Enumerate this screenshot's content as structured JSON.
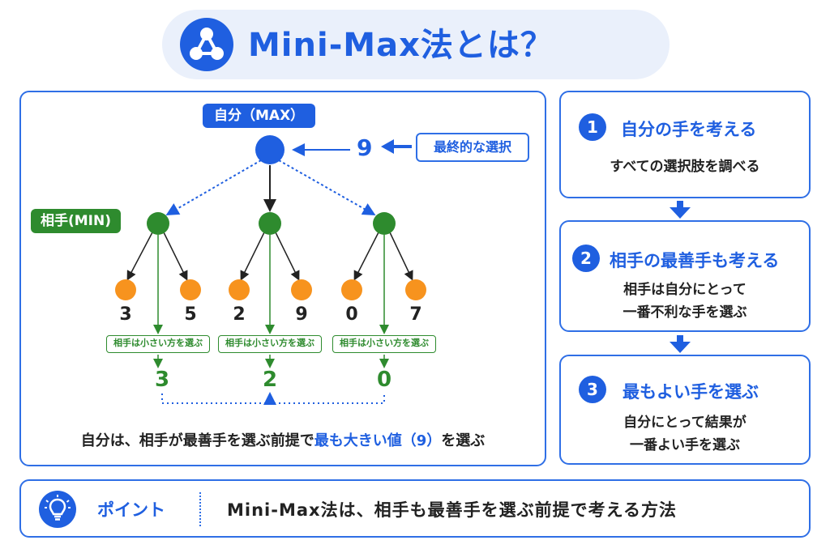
{
  "title": "Mini-Max法とは？",
  "tree": {
    "max_label": "自分（MAX）",
    "min_label": "相手(MIN)",
    "root_value": "9",
    "final_choice_label": "最終的な選択",
    "leaves": [
      "3",
      "5",
      "2",
      "9",
      "0",
      "7"
    ],
    "min_tags": [
      "相手は小さい方を選ぶ",
      "相手は小さい方を選ぶ",
      "相手は小さい方を選ぶ"
    ],
    "min_values": [
      "3",
      "2",
      "0"
    ],
    "colors": {
      "max": "#1f5fe0",
      "min": "#2e8b2e",
      "leaf": "#f7931e"
    }
  },
  "summary": {
    "before": "自分は、相手が最善手を選ぶ前提で",
    "highlight": "最も大きい値（9）",
    "after": "を選ぶ"
  },
  "steps": [
    {
      "number": "1",
      "title": "自分の手を考える",
      "desc_lines": [
        "すべての選択肢を調べる"
      ]
    },
    {
      "number": "2",
      "title": "相手の最善手も考える",
      "desc_lines": [
        "相手は自分にとって",
        "一番不利な手を選ぶ"
      ]
    },
    {
      "number": "3",
      "title": "最もよい手を選ぶ",
      "desc_lines": [
        "自分にとって結果が",
        "一番よい手を選ぶ"
      ]
    }
  ],
  "point": {
    "icon": "lightbulb-icon",
    "label": "ポイント",
    "text": "Mini-Max法は、相手も最善手を選ぶ前提で考える方法"
  }
}
